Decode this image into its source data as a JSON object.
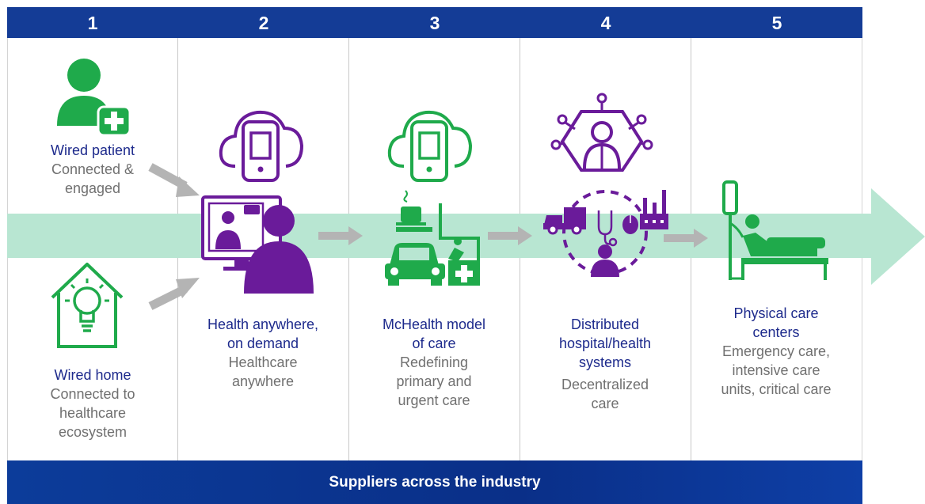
{
  "header": {
    "numbers": [
      "1",
      "2",
      "3",
      "4",
      "5"
    ]
  },
  "columns": [
    {
      "items": [
        {
          "title": [
            "Wired patient"
          ],
          "subtitle": [
            "Connected &",
            "engaged"
          ]
        },
        {
          "title": [
            "Wired home"
          ],
          "subtitle": [
            "Connected to",
            "healthcare",
            "ecosystem"
          ]
        }
      ]
    },
    {
      "title": [
        "Health anywhere,",
        "on demand"
      ],
      "subtitle": [
        "Healthcare",
        "anywhere"
      ]
    },
    {
      "title": [
        "McHealth model",
        "of care"
      ],
      "subtitle": [
        "Redefining",
        "primary and",
        "urgent care"
      ]
    },
    {
      "title": [
        "Distributed",
        "hospital/health",
        "systems"
      ],
      "subtitle": [
        "Decentralized",
        "care"
      ]
    },
    {
      "title": [
        "Physical care",
        "centers"
      ],
      "subtitle": [
        "Emergency care,",
        "intensive care",
        "units, critical care"
      ]
    }
  ],
  "footer": {
    "label": "Suppliers across the industry"
  },
  "colors": {
    "navy": "#143c96",
    "green": "#1faa4b",
    "purple": "#6a1b9a",
    "band": "#b8e6d2",
    "arrow_gray": "#b4b4b4"
  },
  "icons": [
    "patient-plus-icon",
    "smart-home-bulb-icon",
    "cloud-phone-icon",
    "telehealth-video-icon",
    "coffee-icon",
    "car-icon",
    "clinic-icon",
    "doctor-network-icon",
    "truck-icon",
    "stethoscope-icon",
    "mouse-icon",
    "factory-icon",
    "person-icon",
    "hospital-bed-icon"
  ]
}
